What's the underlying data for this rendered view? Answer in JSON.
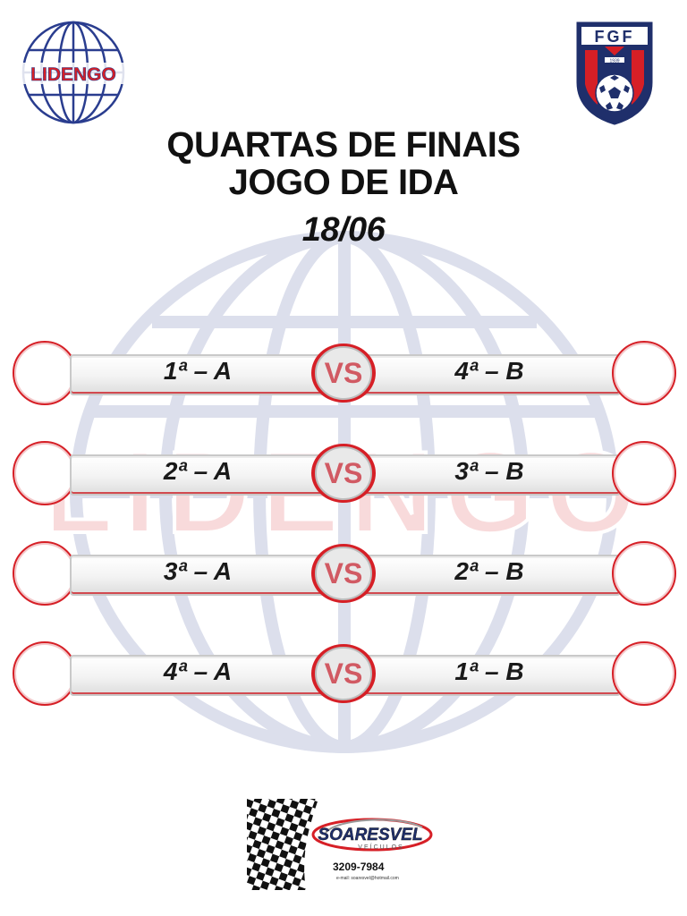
{
  "header": {
    "left_logo_text": "LIDENGO",
    "right_logo_text": "FGF",
    "right_logo_year": "1939",
    "title_line1": "QUARTAS DE FINAIS",
    "title_line2": "JOGO DE IDA",
    "date": "18/06"
  },
  "watermark": {
    "text": "LIDENGO"
  },
  "vs_label": "VS",
  "matches": [
    {
      "home": "1ª  –  A",
      "away": "4ª  –  B"
    },
    {
      "home": "2ª  –  A",
      "away": "3ª  –  B"
    },
    {
      "home": "3ª  –  A",
      "away": "2ª  –  B"
    },
    {
      "home": "4ª  –  A",
      "away": "1ª  –  B"
    }
  ],
  "sponsor": {
    "name": "SOARESVEL",
    "subtitle": "VEÍCULOS",
    "phone": "3209-7984",
    "email": "e-mail: soaresvel@hotmail.com"
  },
  "colors": {
    "accent_red": "#d61f26",
    "navy": "#1f2f6b",
    "globe_blue": "#2a3d8f"
  }
}
